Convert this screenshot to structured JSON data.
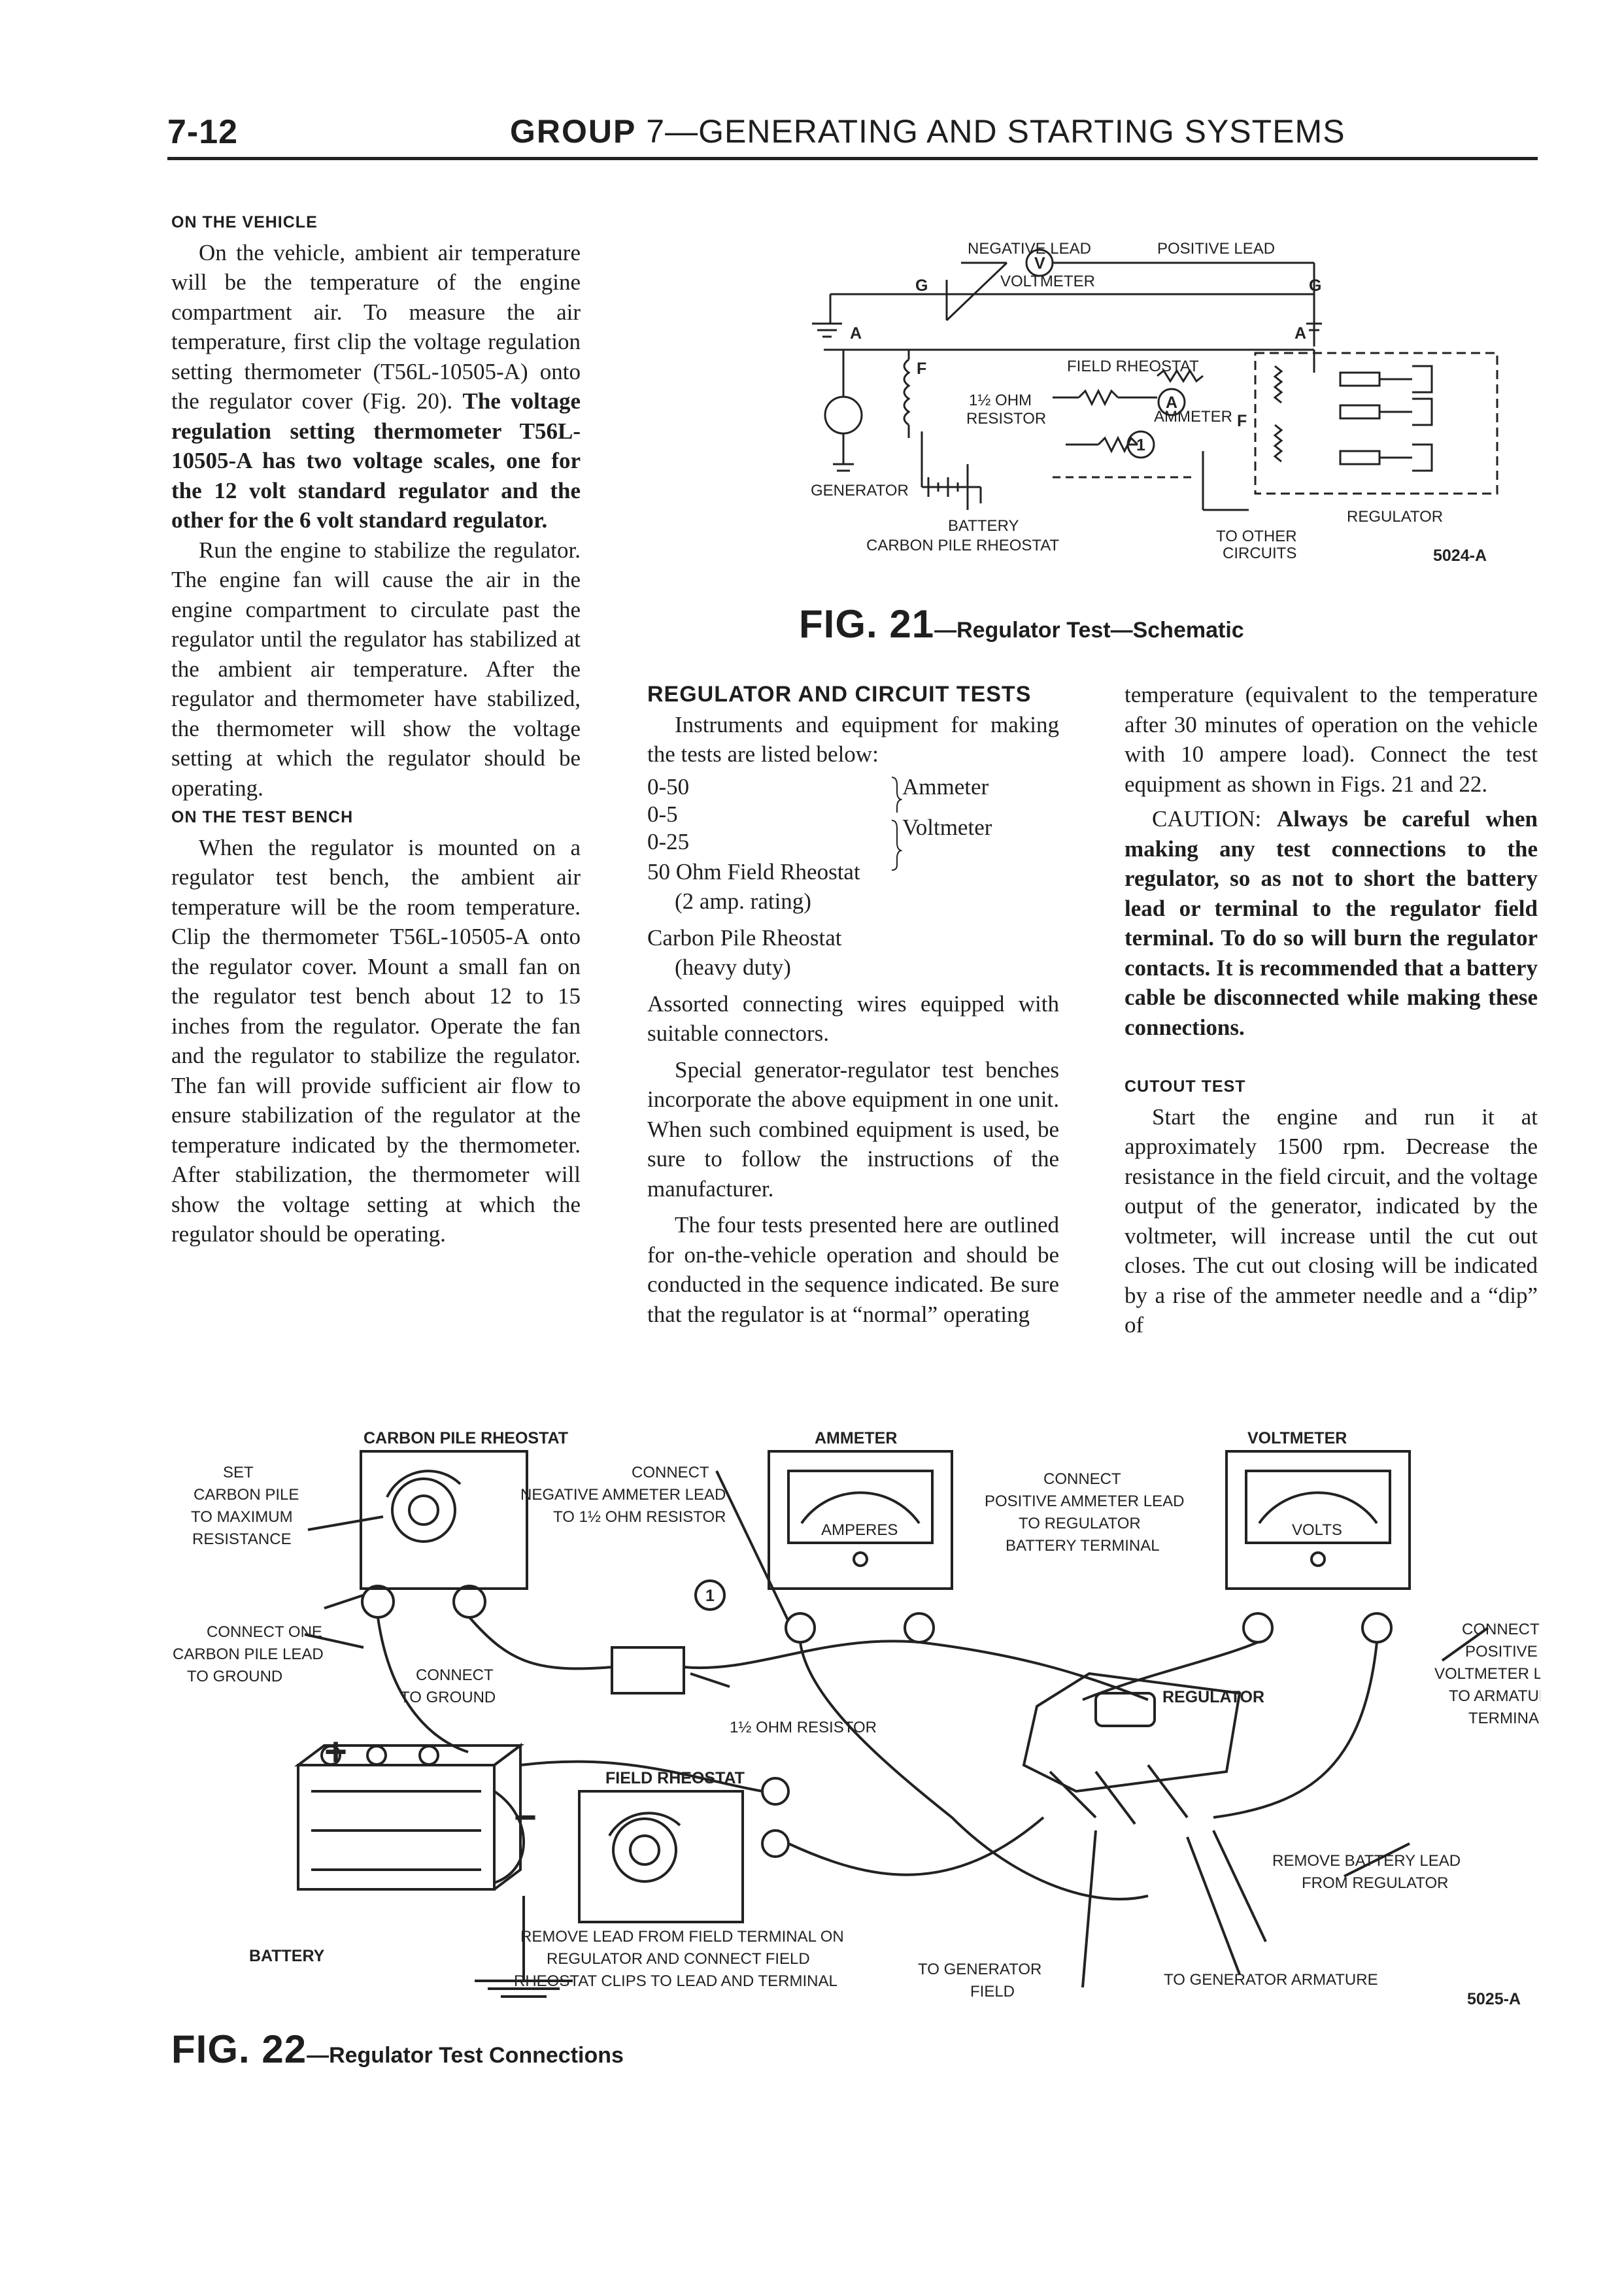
{
  "header": {
    "page_number": "7-12",
    "group_word": "GROUP",
    "group_title": "7—GENERATING AND STARTING SYSTEMS"
  },
  "left": {
    "h_vehicle": "ON THE VEHICLE",
    "p1_normal": "On the vehicle, ambient air temperature will be the temperature of the engine compartment air. To measure the air temperature, first clip the voltage regulation setting thermometer (T56L-10505-A) onto the regulator cover (Fig. 20). ",
    "p1_bold": "The voltage regulation setting thermometer T56L-10505-A has two voltage scales, one for the 12 volt standard regulator and the other for the 6 volt standard regulator.",
    "p2": "Run the engine to stabilize the regulator. The engine fan will cause the air in the engine compartment to circulate past the regulator until the regulator has stabilized at the ambient air temperature. After the regulator and thermometer have stabilized, the thermometer will show the voltage setting at which the regulator should be operating.",
    "h_bench": "ON THE TEST BENCH",
    "p3": "When the regulator is mounted on a regulator test bench, the ambient air temperature will be the room temperature. Clip the thermometer T56L-10505-A onto the regulator cover. Mount a small fan on the regulator test bench about 12 to 15 inches from the regulator. Operate the fan and the regulator to stabilize the regulator. The fan will provide sufficient air flow to ensure stabilization of the regulator at the temperature indicated by the thermometer. After stabilization, the thermometer will show the voltage setting at which the regulator should be operating."
  },
  "middle": {
    "h_tests": "REGULATOR AND CIRCUIT TESTS",
    "p_intro": "Instruments and equipment for making the tests are listed below:",
    "instruments": [
      {
        "value": "0-50",
        "type": "Ammeter"
      },
      {
        "value": "0-5",
        "type": ""
      },
      {
        "value": "0-25",
        "type": "Voltmeter"
      }
    ],
    "item1": "50 Ohm Field Rheostat",
    "item1b": "(2 amp. rating)",
    "item2": "Carbon Pile Rheostat",
    "item2b": "(heavy duty)",
    "p_wires": "Assorted connecting wires equipped with suitable connectors.",
    "p_special": "Special generator-regulator test benches incorporate the above equipment in one unit. When such combined equipment is used, be sure to follow the instructions of the manufacturer.",
    "p_four": "The four tests presented here are outlined for on-the-vehicle operation and should be conducted in the sequence indicated. Be sure that the regulator is at “normal” operating"
  },
  "right": {
    "p_cont": "temperature (equivalent to the temperature after 30 minutes of operation on the vehicle with 10 ampere load). Connect the test equipment as shown in Figs. 21 and 22.",
    "caution_word": "CAUTION: ",
    "caution_bold": "Always be careful when making any test connections to the regulator, so as not to short the battery lead or terminal to the regulator field terminal. To do so will burn the regulator contacts. It is recommended that a battery cable be disconnected while making these connections.",
    "h_cutout": "CUTOUT TEST",
    "p_cutout": "Start the engine and run it at approximately 1500 rpm. Decrease the resistance in the field circuit, and the voltage output of the generator, indicated by the voltmeter, will increase until the cut out closes. The cut out closing will be indicated by a rise of the ammeter needle and a “dip” of"
  },
  "fig21": {
    "negative_lead": "NEGATIVE LEAD",
    "positive_lead": "POSITIVE LEAD",
    "voltmeter": "VOLTMETER",
    "v": "V",
    "g_left": "G",
    "g_right": "G",
    "a_left": "A",
    "a_right": "A",
    "f_left": "F",
    "f_right": "F",
    "field_rheostat": "FIELD RHEOSTAT",
    "ohm_resistor_1": "1½ OHM",
    "ohm_resistor_2": "RESISTOR",
    "ammeter": "AMMETER",
    "a_meter": "A",
    "one": "1",
    "generator": "GENERATOR",
    "battery": "BATTERY",
    "carbon_pile": "CARBON PILE RHEOSTAT",
    "regulator": "REGULATOR",
    "other_1": "TO OTHER",
    "other_2": "CIRCUITS",
    "code": "5024-A",
    "cap_fig": "FIG. 21",
    "cap_text": "—Regulator Test—Schematic"
  },
  "fig22": {
    "carbon_pile": "CARBON PILE RHEOSTAT",
    "set1": "SET",
    "set2": "CARBON PILE",
    "set3": "TO MAXIMUM",
    "set4": "RESISTANCE",
    "ground1": "CONNECT ONE",
    "ground2": "CARBON PILE LEAD",
    "ground3": "TO GROUND",
    "cground1": "CONNECT",
    "cground2": "TO GROUND",
    "neg1": "CONNECT",
    "neg2": "NEGATIVE AMMETER LEAD",
    "neg3": "TO 1½ OHM RESISTOR",
    "ammeter": "AMMETER",
    "amperes": "AMPERES",
    "pos1": "CONNECT",
    "pos2": "POSITIVE AMMETER LEAD",
    "pos3": "TO REGULATOR",
    "pos4": "BATTERY TERMINAL",
    "voltmeter": "VOLTMETER",
    "volts": "VOLTS",
    "vpos1": "CONNECT",
    "vpos2": "POSITIVE",
    "vpos3": "VOLTMETER LEAD",
    "vpos4": "TO ARMATURE",
    "vpos5": "TERMINAL",
    "regulator": "REGULATOR",
    "resistor": "1½ OHM RESISTOR",
    "one": "1",
    "field_rheostat": "FIELD RHEOSTAT",
    "battery": "BATTERY",
    "plus": "+",
    "minus": "−",
    "remove1": "REMOVE LEAD FROM FIELD TERMINAL ON",
    "remove2": "REGULATOR AND CONNECT FIELD",
    "remove3": "RHEOSTAT CLIPS TO LEAD AND TERMINAL",
    "genf1": "TO GENERATOR",
    "genf2": "FIELD",
    "rbl1": "REMOVE BATTERY LEAD",
    "rbl2": "FROM REGULATOR",
    "arm": "TO GENERATOR ARMATURE",
    "code": "5025-A",
    "cap_fig": "FIG. 22",
    "cap_text": "—Regulator Test Connections"
  }
}
